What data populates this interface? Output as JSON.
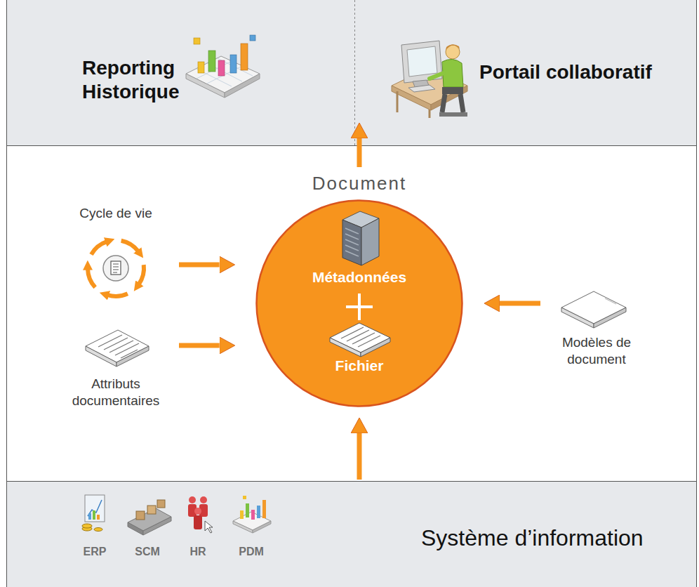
{
  "diagram": {
    "nodes": [
      {
        "text": []
      },
      {
        "text": [
          "Reporting Historique"
        ],
        "in": 0
      },
      {
        "text": [
          "Portail collaboratif"
        ],
        "in": 0
      },
      {
        "text": [
          "Cycle de vie"
        ]
      },
      {
        "text": [
          "Attributs documentaires"
        ]
      },
      {
        "text": [
          "Document",
          "Métadonnées",
          "Fichier"
        ]
      },
      {
        "text": [
          "Modèles de document"
        ]
      },
      {
        "text": [
          "Système d’information"
        ]
      }
    ],
    "edges": [
      {
        "from": 5,
        "to": 0,
        "arrow": "to"
      },
      {
        "from": 3,
        "to": 5,
        "arrow": "to"
      },
      {
        "from": 4,
        "to": 5,
        "arrow": "to"
      },
      {
        "from": 6,
        "to": 5,
        "arrow": "to"
      },
      {
        "from": 7,
        "to": 5,
        "arrow": "to"
      }
    ],
    "labels": [
      "ERP",
      "SCM",
      "HR",
      "PDM"
    ]
  }
}
